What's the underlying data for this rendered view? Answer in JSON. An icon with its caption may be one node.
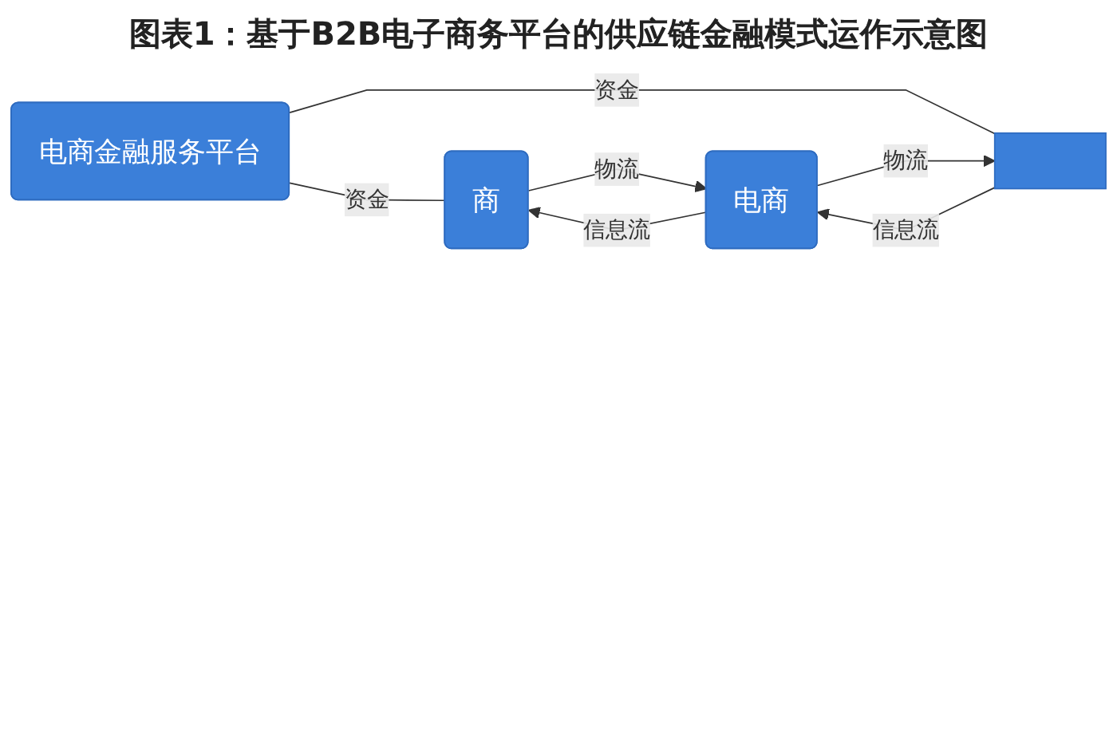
{
  "diagram": {
    "title": "图表1：基于B2B电子商务平台的供应链金融模式运作示意图",
    "nodes": [
      {
        "text": [
          "电商金融服务平台"
        ]
      },
      {
        "text": [
          "商"
        ]
      },
      {
        "text": [
          "电商"
        ]
      },
      {
        "text": [],
        "shape": "box"
      }
    ],
    "edges": [
      {
        "from": 0,
        "to": 1,
        "arrow": "none",
        "label": "资金"
      },
      {
        "from": 0,
        "to": 3,
        "arrow": "none",
        "label": "资金"
      },
      {
        "from": 1,
        "to": 2,
        "arrow": "to",
        "label": "物流"
      },
      {
        "from": 2,
        "to": 1,
        "arrow": "to",
        "label": "信息流"
      },
      {
        "from": 2,
        "to": 3,
        "arrow": "to",
        "label": "物流"
      },
      {
        "from": 3,
        "to": 2,
        "arrow": "to",
        "label": "信息流"
      }
    ]
  }
}
